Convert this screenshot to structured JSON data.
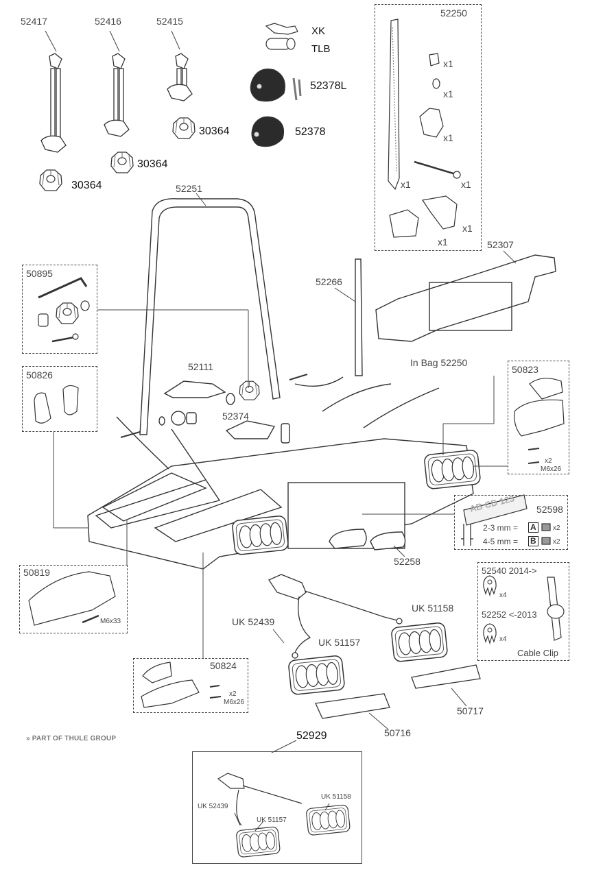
{
  "top_arms": {
    "arm_52417": "52417",
    "arm_52416": "52416",
    "arm_52415": "52415",
    "knob_a": "30364",
    "knob_b": "30364",
    "knob_c": "30364"
  },
  "lock_set": {
    "xk": "XK",
    "tlb": "TLB",
    "lock_knob_with_keys": "52378L",
    "lock_knob": "52378"
  },
  "strap_kit": {
    "title": "52250",
    "nut_qty": "x1",
    "washer_qty": "x1",
    "clamp_qty": "x1",
    "strap_qty": "x1",
    "bolt_qty": "x1",
    "holder_qty": "x1",
    "base_qty": "x1"
  },
  "frame": {
    "loop_frame": "52251",
    "pole": "52266",
    "rear_plate": "52307",
    "in_bag": "In Bag 52250",
    "bracket": "52111",
    "latch": "52374",
    "pad": "52258"
  },
  "kit_50895": {
    "title": "50895"
  },
  "kit_50826": {
    "title": "50826"
  },
  "kit_50823": {
    "title": "50823",
    "qty": "x2",
    "size": "M6x26"
  },
  "kit_52598": {
    "title": "52598",
    "plate_text": "AB CD 123",
    "row_a_range": "2-3 mm =",
    "row_a_key": "A",
    "row_a_qty": "x2",
    "row_b_range": "4-5 mm =",
    "row_b_key": "B",
    "row_b_qty": "x2"
  },
  "kit_50819": {
    "title": "50819",
    "size": "M6x33"
  },
  "kit_50824": {
    "title": "50824",
    "qty": "x2",
    "size": "M6x26"
  },
  "cable_clip": {
    "new_label": "52540 2014->",
    "new_qty": "x4",
    "old_label": "52252 <-2013",
    "old_qty": "x4",
    "caption": "Cable Clip"
  },
  "lighting": {
    "wire": "UK 52439",
    "lamp_left": "UK 51157",
    "lamp_right": "UK 51158",
    "tray_right": "50717",
    "tray_left": "50716"
  },
  "brand_text": "PART OF THULE GROUP",
  "kit_52929": {
    "title": "52929",
    "wire": "UK 52439",
    "lamp_left": "UK 51157",
    "lamp_right": "UK 51158"
  }
}
